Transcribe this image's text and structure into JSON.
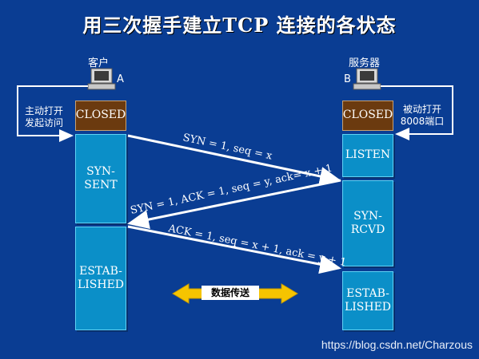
{
  "title": "用三次握手建立TCP 连接的各状态",
  "client": {
    "name": "客户",
    "letter": "A",
    "side_note": [
      "主动打开",
      "发起访问"
    ],
    "states": {
      "closed": "CLOSED",
      "syn_sent": [
        "SYN-",
        "SENT"
      ],
      "established": [
        "ESTAB-",
        "LISHED"
      ]
    }
  },
  "server": {
    "name": "服务器",
    "letter": "B",
    "side_note": [
      "被动打开",
      "8008端口"
    ],
    "states": {
      "closed": "CLOSED",
      "listen": "LISTEN",
      "syn_rcvd": [
        "SYN-",
        "RCVD"
      ],
      "established": [
        "ESTAB-",
        "LISHED"
      ]
    }
  },
  "messages": {
    "m1": "SYN = 1, seq = x",
    "m2": "SYN = 1, ACK = 1, seq = y, ack= x + 1",
    "m3": "ACK = 1, seq = x + 1, ack = y + 1"
  },
  "data_transfer": "数据传送",
  "watermark": "https://blog.csdn.net/Charzous",
  "colors": {
    "background": "#0a3d93",
    "state_box": "#0b8fc8",
    "closed_box": "#6b3a0f",
    "arrow": "#ffffff",
    "transfer_arrow": "#f5c400"
  }
}
